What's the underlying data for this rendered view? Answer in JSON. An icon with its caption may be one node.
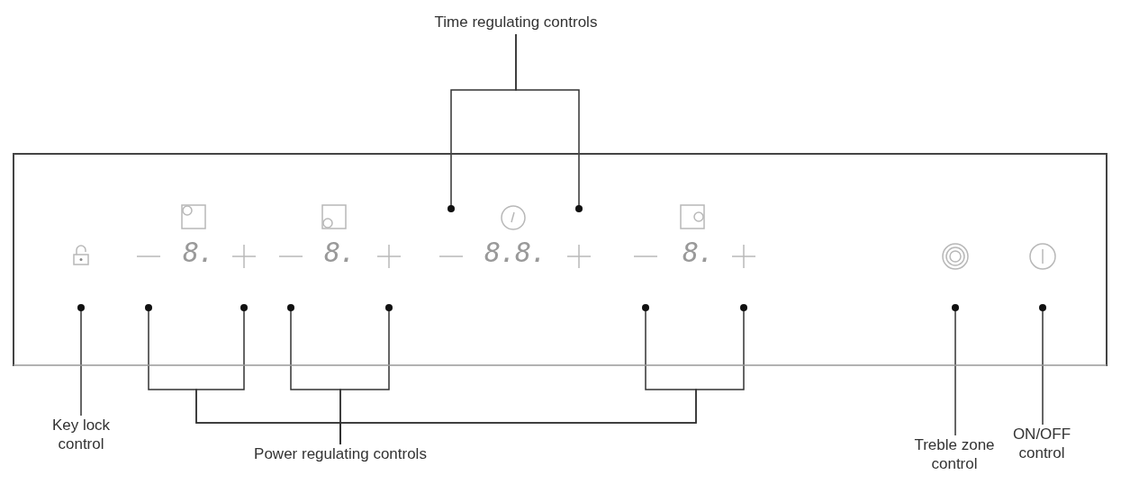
{
  "diagram": {
    "nodes": [
      {
        "text": [],
        "shape": "box"
      },
      {
        "text": [
          "Time regulating controls"
        ]
      },
      {
        "text": [
          "Key lock control"
        ]
      },
      {
        "text": [
          "Power regulating controls"
        ]
      },
      {
        "text": [
          "Treble zone control"
        ]
      },
      {
        "text": [
          "ON/OFF control"
        ]
      },
      {
        "text": [],
        "shape": "lock",
        "in": 0
      },
      {
        "text": [],
        "shape": "minus",
        "in": 0
      },
      {
        "text": [],
        "shape": "plus",
        "in": 0
      },
      {
        "text": [],
        "shape": "minus",
        "in": 0
      },
      {
        "text": [],
        "shape": "plus",
        "in": 0
      },
      {
        "text": [],
        "shape": "minus",
        "in": 0
      },
      {
        "text": [],
        "shape": "plus",
        "in": 0
      },
      {
        "text": [],
        "shape": "minus",
        "in": 0
      },
      {
        "text": [],
        "shape": "plus",
        "in": 0
      },
      {
        "text": [],
        "shape": "circle",
        "in": 0
      },
      {
        "text": [],
        "shape": "circle",
        "in": 0
      }
    ],
    "edges": [
      {
        "from": 1,
        "to": 11,
        "arrow": "other"
      },
      {
        "from": 1,
        "to": 12,
        "arrow": "other"
      },
      {
        "from": 2,
        "to": 6,
        "arrow": "other"
      },
      {
        "from": 3,
        "to": 7,
        "arrow": "other"
      },
      {
        "from": 3,
        "to": 8,
        "arrow": "other"
      },
      {
        "from": 3,
        "to": 9,
        "arrow": "other"
      },
      {
        "from": 3,
        "to": 10,
        "arrow": "other"
      },
      {
        "from": 3,
        "to": 13,
        "arrow": "other"
      },
      {
        "from": 3,
        "to": 14,
        "arrow": "other"
      },
      {
        "from": 4,
        "to": 15,
        "arrow": "other"
      },
      {
        "from": 5,
        "to": 16,
        "arrow": "other"
      }
    ],
    "labels": [
      "8.",
      "8.",
      "8.8.",
      "8."
    ]
  }
}
